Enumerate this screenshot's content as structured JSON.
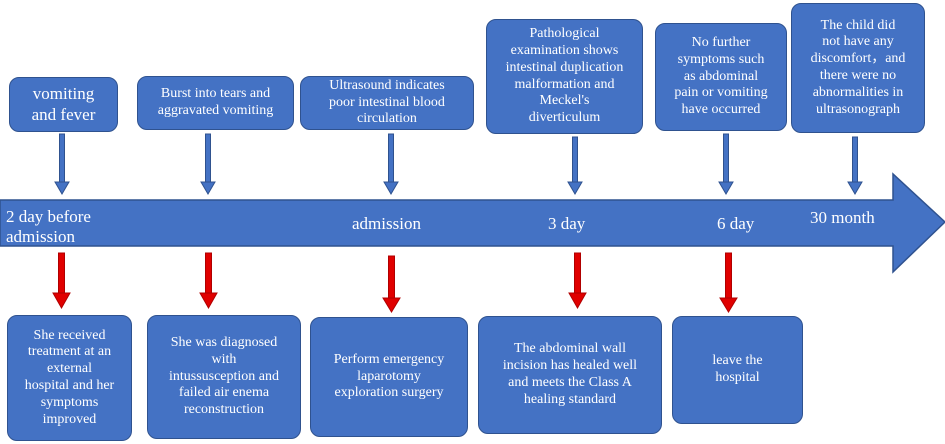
{
  "timeline": {
    "points": [
      {
        "label": "2 day before\nadmission",
        "top_event": "vomiting\nand fever",
        "bottom_event": "She received\ntreatment at an\nexternal\nhospital and her\nsymptoms\nimproved"
      },
      {
        "label": "",
        "top_event": "Burst into tears and\naggravated  vomiting",
        "bottom_event": "She was diagnosed\nwith\nintussusception and\nfailed air enema\nreconstruction"
      },
      {
        "label": "admission",
        "top_event": "Ultrasound indicates\npoor intestinal blood\ncirculation",
        "bottom_event": "Perform emergency\nlaparotomy\nexploration surgery"
      },
      {
        "label": "3 day",
        "top_event": "Pathological\nexamination shows\nintestinal duplication\nmalformation and\nMeckel's\ndiverticulum",
        "bottom_event": "The abdominal wall\nincision has healed well\nand meets the Class A\nhealing standard"
      },
      {
        "label": "6 day",
        "top_event": "No further\nsymptoms such\nas abdominal\npain or vomiting\nhave occurred",
        "bottom_event": "leave the\nhospital"
      },
      {
        "label": "30 month",
        "top_event": "The child did\nnot have any\ndiscomfort，and\nthere were no\nabnormalities in\nultrasonograph",
        "bottom_event": ""
      }
    ]
  },
  "colors": {
    "box": "#4472c4",
    "border": "#2f528f",
    "down_arrow_top": "#4472c4",
    "down_arrow_bottom": "#e00000"
  }
}
